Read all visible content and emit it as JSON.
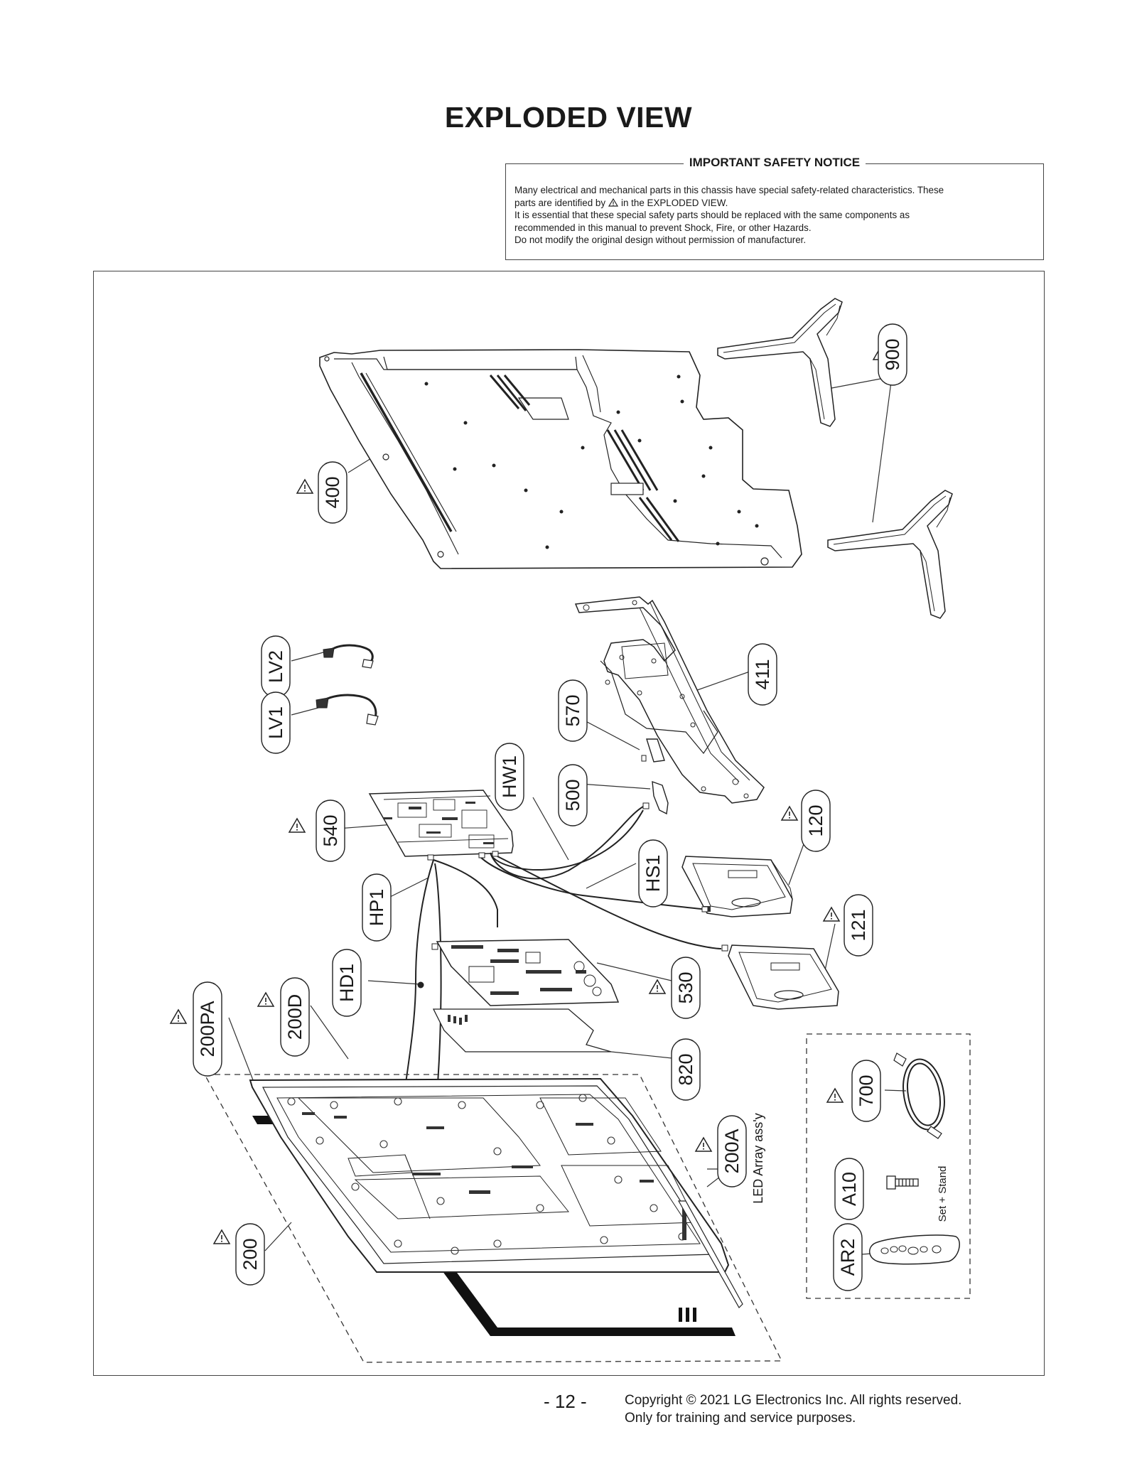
{
  "title": "EXPLODED VIEW",
  "notice": {
    "heading": "IMPORTANT SAFETY NOTICE",
    "line1": "Many electrical and mechanical parts in this chassis have special safety-related characteristics. These",
    "line2_pre": "parts are identified by",
    "line2_post": "in the EXPLODED VIEW.",
    "line3": "It is essential that these special safety parts should be replaced with the same components as",
    "line4": "recommended in this manual to prevent Shock, Fire, or other Hazards.",
    "line5": "Do not modify the original design without permission of manufacturer."
  },
  "parts": {
    "p900": "900",
    "p400": "400",
    "p411": "411",
    "p570": "570",
    "p500": "500",
    "pHW1": "HW1",
    "pLV2": "LV2",
    "pLV1": "LV1",
    "p540": "540",
    "p120": "120",
    "pHS1": "HS1",
    "pHP1": "HP1",
    "p121": "121",
    "p530": "530",
    "pHD1": "HD1",
    "p200D": "200D",
    "p200PA": "200PA",
    "p820": "820",
    "p700": "700",
    "p200A": "200A",
    "pA10": "A10",
    "pAR2": "AR2",
    "p200": "200"
  },
  "labels": {
    "led_array": "LED Array ass'y",
    "set_stand": "Set + Stand"
  },
  "footer": {
    "page": "- 12 -",
    "copyright": "Copyright © 2021 LG Electronics Inc. All rights reserved.",
    "purpose": "Only for training and service purposes."
  }
}
